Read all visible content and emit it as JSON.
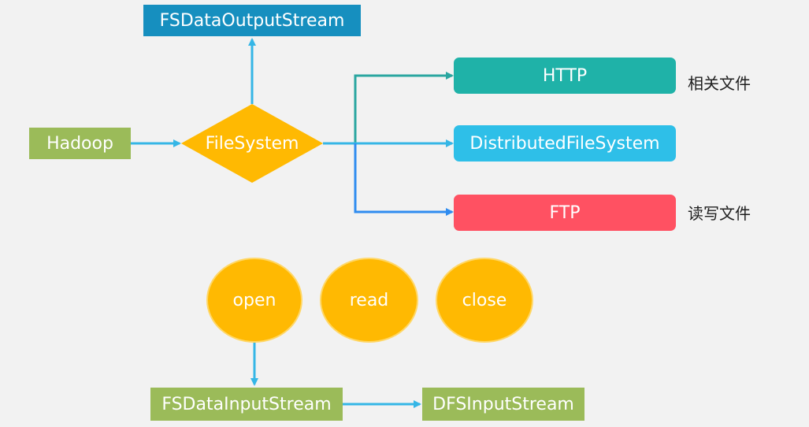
{
  "nodes": {
    "hadoop": "Hadoop",
    "filesystem": "FileSystem",
    "fs_output_stream": "FSDataOutputStream",
    "http": "HTTP",
    "distributed_fs": "DistributedFileSystem",
    "ftp": "FTP",
    "fs_input_stream": "FSDataInputStream",
    "dfs_input_stream": "DFSInputStream"
  },
  "operations": [
    "open",
    "read",
    "close"
  ],
  "notes": {
    "related_files": "相关文件",
    "read_write_files": "读写文件"
  },
  "colors": {
    "background": "#f2f2f2",
    "green": "#9bbb59",
    "blue_header": "#168fbf",
    "teal": "#1fb2a8",
    "sky": "#2ebfe8",
    "red": "#ff5162",
    "orange": "#ffb902",
    "arrow_light": "#35b6e6",
    "arrow_teal": "#2aa6a0",
    "arrow_blue": "#2f8cf0"
  }
}
